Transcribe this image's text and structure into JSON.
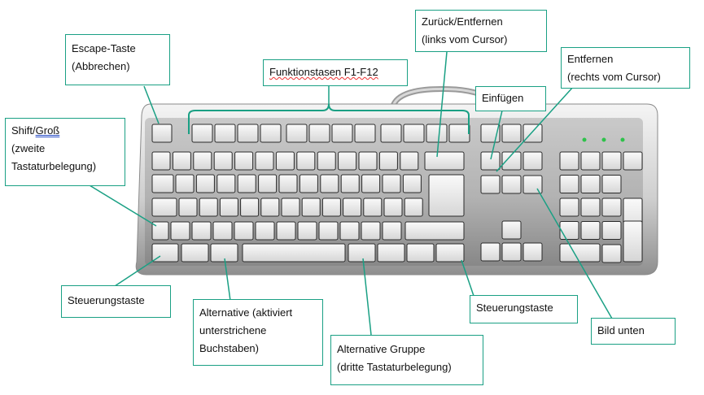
{
  "labels": {
    "escape": {
      "line1": "Escape-Taste",
      "line2": "(Abbrechen)"
    },
    "function_keys": {
      "line1": "Funktionstasen F1-F12"
    },
    "back": {
      "line1": "Zurück/Entfernen",
      "line2": "(links vom Cursor)"
    },
    "insert": {
      "line1": "Einfügen"
    },
    "delete": {
      "line1": "Entfernen",
      "line2": "(rechts vom Cursor)"
    },
    "shift": {
      "line1a": "Shift/",
      "line1b": "Groß",
      "line2": "(zweite",
      "line3": "Tastaturbelegung)"
    },
    "ctrl_left": {
      "line1": "Steuerungstaste"
    },
    "alt": {
      "line1": "Alternative (aktiviert",
      "line2": "unterstrichene",
      "line3": "Buchstaben)"
    },
    "altgr": {
      "line1": "Alternative Gruppe",
      "line2": "(dritte Tastaturbelegung)"
    },
    "ctrl_right": {
      "line1": "Steuerungstaste"
    },
    "pagedown": {
      "line1": "Bild unten"
    }
  },
  "colors": {
    "callout_border": "#1aa084",
    "leader_line": "#1aa084",
    "keyboard_body": "#b9b9b9",
    "key_face": "#efefef",
    "led": "#2ec24a"
  }
}
